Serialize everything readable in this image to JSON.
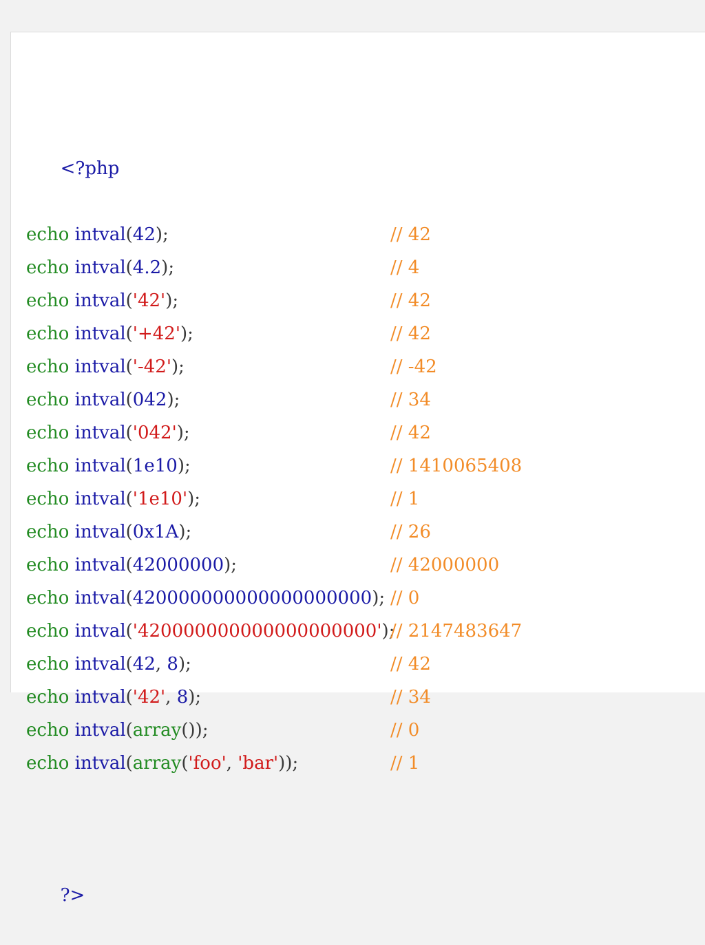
{
  "colors": {
    "background": "#f2f2f2",
    "panel": "#ffffff",
    "keyword": "#228b22",
    "function": "#1a1aa6",
    "number": "#1a1aa6",
    "string": "#d11a1a",
    "comment": "#f28c28"
  },
  "code": {
    "open_tag": "<?php",
    "close_tag": "?>",
    "lines": [
      {
        "tokens": [
          [
            "kw",
            "echo"
          ],
          [
            "sp",
            " "
          ],
          [
            "fn",
            "intval"
          ],
          [
            "punc",
            "("
          ],
          [
            "num",
            "42"
          ],
          [
            "punc",
            ")"
          ],
          [
            "punc",
            ";"
          ]
        ],
        "comment": "// 42"
      },
      {
        "tokens": [
          [
            "kw",
            "echo"
          ],
          [
            "sp",
            " "
          ],
          [
            "fn",
            "intval"
          ],
          [
            "punc",
            "("
          ],
          [
            "num",
            "4.2"
          ],
          [
            "punc",
            ")"
          ],
          [
            "punc",
            ";"
          ]
        ],
        "comment": "// 4"
      },
      {
        "tokens": [
          [
            "kw",
            "echo"
          ],
          [
            "sp",
            " "
          ],
          [
            "fn",
            "intval"
          ],
          [
            "punc",
            "("
          ],
          [
            "str",
            "'42'"
          ],
          [
            "punc",
            ")"
          ],
          [
            "punc",
            ";"
          ]
        ],
        "comment": "// 42"
      },
      {
        "tokens": [
          [
            "kw",
            "echo"
          ],
          [
            "sp",
            " "
          ],
          [
            "fn",
            "intval"
          ],
          [
            "punc",
            "("
          ],
          [
            "str",
            "'+42'"
          ],
          [
            "punc",
            ")"
          ],
          [
            "punc",
            ";"
          ]
        ],
        "comment": "// 42"
      },
      {
        "tokens": [
          [
            "kw",
            "echo"
          ],
          [
            "sp",
            " "
          ],
          [
            "fn",
            "intval"
          ],
          [
            "punc",
            "("
          ],
          [
            "str",
            "'-42'"
          ],
          [
            "punc",
            ")"
          ],
          [
            "punc",
            ";"
          ]
        ],
        "comment": "// -42"
      },
      {
        "tokens": [
          [
            "kw",
            "echo"
          ],
          [
            "sp",
            " "
          ],
          [
            "fn",
            "intval"
          ],
          [
            "punc",
            "("
          ],
          [
            "num",
            "042"
          ],
          [
            "punc",
            ")"
          ],
          [
            "punc",
            ";"
          ]
        ],
        "comment": "// 34"
      },
      {
        "tokens": [
          [
            "kw",
            "echo"
          ],
          [
            "sp",
            " "
          ],
          [
            "fn",
            "intval"
          ],
          [
            "punc",
            "("
          ],
          [
            "str",
            "'042'"
          ],
          [
            "punc",
            ")"
          ],
          [
            "punc",
            ";"
          ]
        ],
        "comment": "// 42"
      },
      {
        "tokens": [
          [
            "kw",
            "echo"
          ],
          [
            "sp",
            " "
          ],
          [
            "fn",
            "intval"
          ],
          [
            "punc",
            "("
          ],
          [
            "num",
            "1e10"
          ],
          [
            "punc",
            ")"
          ],
          [
            "punc",
            ";"
          ]
        ],
        "comment": "// 1410065408"
      },
      {
        "tokens": [
          [
            "kw",
            "echo"
          ],
          [
            "sp",
            " "
          ],
          [
            "fn",
            "intval"
          ],
          [
            "punc",
            "("
          ],
          [
            "str",
            "'1e10'"
          ],
          [
            "punc",
            ")"
          ],
          [
            "punc",
            ";"
          ]
        ],
        "comment": "// 1"
      },
      {
        "tokens": [
          [
            "kw",
            "echo"
          ],
          [
            "sp",
            " "
          ],
          [
            "fn",
            "intval"
          ],
          [
            "punc",
            "("
          ],
          [
            "num",
            "0x1A"
          ],
          [
            "punc",
            ")"
          ],
          [
            "punc",
            ";"
          ]
        ],
        "comment": "// 26"
      },
      {
        "tokens": [
          [
            "kw",
            "echo"
          ],
          [
            "sp",
            " "
          ],
          [
            "fn",
            "intval"
          ],
          [
            "punc",
            "("
          ],
          [
            "num",
            "42000000"
          ],
          [
            "punc",
            ")"
          ],
          [
            "punc",
            ";"
          ]
        ],
        "comment": "// 42000000"
      },
      {
        "tokens": [
          [
            "kw",
            "echo"
          ],
          [
            "sp",
            " "
          ],
          [
            "fn",
            "intval"
          ],
          [
            "punc",
            "("
          ],
          [
            "num",
            "420000000000000000000"
          ],
          [
            "punc",
            ")"
          ],
          [
            "punc",
            ";"
          ]
        ],
        "comment": "// 0"
      },
      {
        "tokens": [
          [
            "kw",
            "echo"
          ],
          [
            "sp",
            " "
          ],
          [
            "fn",
            "intval"
          ],
          [
            "punc",
            "("
          ],
          [
            "str",
            "'420000000000000000000'"
          ],
          [
            "punc",
            ")"
          ],
          [
            "punc",
            ";"
          ]
        ],
        "comment": "// 2147483647"
      },
      {
        "tokens": [
          [
            "kw",
            "echo"
          ],
          [
            "sp",
            " "
          ],
          [
            "fn",
            "intval"
          ],
          [
            "punc",
            "("
          ],
          [
            "num",
            "42"
          ],
          [
            "punc",
            ", "
          ],
          [
            "num",
            "8"
          ],
          [
            "punc",
            ")"
          ],
          [
            "punc",
            ";"
          ]
        ],
        "comment": "// 42"
      },
      {
        "tokens": [
          [
            "kw",
            "echo"
          ],
          [
            "sp",
            " "
          ],
          [
            "fn",
            "intval"
          ],
          [
            "punc",
            "("
          ],
          [
            "str",
            "'42'"
          ],
          [
            "punc",
            ", "
          ],
          [
            "num",
            "8"
          ],
          [
            "punc",
            ")"
          ],
          [
            "punc",
            ";"
          ]
        ],
        "comment": "// 34"
      },
      {
        "tokens": [
          [
            "kw",
            "echo"
          ],
          [
            "sp",
            " "
          ],
          [
            "fn",
            "intval"
          ],
          [
            "punc",
            "("
          ],
          [
            "kw",
            "array"
          ],
          [
            "punc",
            "()"
          ],
          [
            "punc",
            ")"
          ],
          [
            "punc",
            ";"
          ]
        ],
        "comment": "// 0"
      },
      {
        "tokens": [
          [
            "kw",
            "echo"
          ],
          [
            "sp",
            " "
          ],
          [
            "fn",
            "intval"
          ],
          [
            "punc",
            "("
          ],
          [
            "kw",
            "array"
          ],
          [
            "punc",
            "("
          ],
          [
            "str",
            "'foo'"
          ],
          [
            "punc",
            ", "
          ],
          [
            "str",
            "'bar'"
          ],
          [
            "punc",
            ")"
          ],
          [
            "punc",
            ")"
          ],
          [
            "punc",
            ";"
          ]
        ],
        "comment": "// 1"
      }
    ]
  }
}
